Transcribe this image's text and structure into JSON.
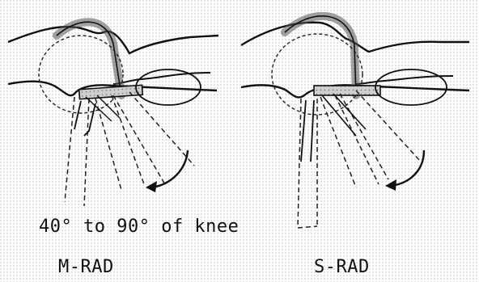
{
  "figure": {
    "range_caption": "40° to 90° of knee",
    "panels": [
      {
        "label": "M-RAD"
      },
      {
        "label": "S-RAD"
      }
    ]
  }
}
